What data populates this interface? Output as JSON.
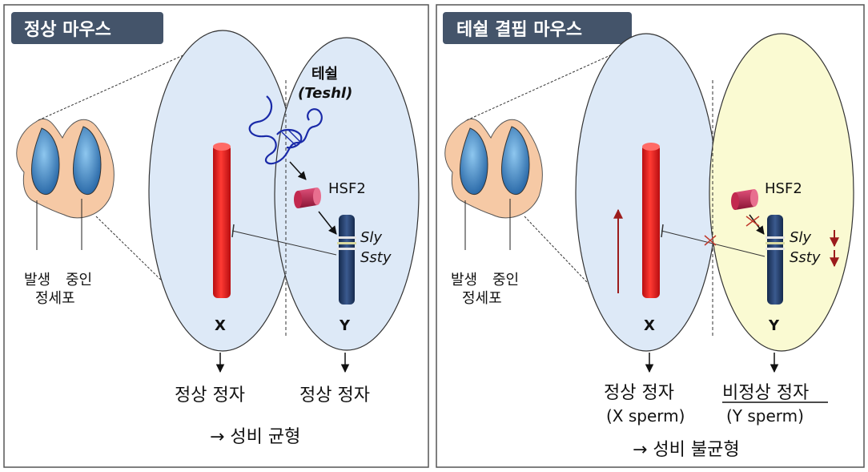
{
  "left_panel": {
    "title": "정상 마우스",
    "teshl_label": "테쉴",
    "teshl_gene": "(Teshl)",
    "hsf2_label": "HSF2",
    "sly_label": "Sly",
    "ssty_label": "Ssty",
    "x_label": "X",
    "y_label": "Y",
    "cell_label_1a": "발생",
    "cell_label_1b": "중인",
    "cell_label_2": "정세포",
    "x_result": "정상 정자",
    "y_result": "정상 정자",
    "conclusion": "→ 성비 균형"
  },
  "right_panel": {
    "title": "테쉴 결핍 마우스",
    "hsf2_label": "HSF2",
    "sly_label": "Sly",
    "ssty_label": "Ssty",
    "x_label": "X",
    "y_label": "Y",
    "cell_label_1a": "발생",
    "cell_label_1b": "중인",
    "cell_label_2": "정세포",
    "x_result": "정상 정자",
    "x_result_sub": "(X sperm)",
    "y_result": "비정상 정자",
    "y_result_sub": "(Y sperm)",
    "conclusion": "→ 성비 불균형"
  },
  "colors": {
    "panel_border": "#555555",
    "title_bg": "#44546a",
    "title_text": "#ffffff",
    "cell_blue": "#dde9f7",
    "cell_yellow": "#fafad2",
    "x_chromosome": "#e8191b",
    "y_chromosome": "#1f3864",
    "teshl_rna": "#1a2aa8",
    "hsf2_protein": "#b0204a",
    "up_down_arrow": "#9c1c1c"
  }
}
